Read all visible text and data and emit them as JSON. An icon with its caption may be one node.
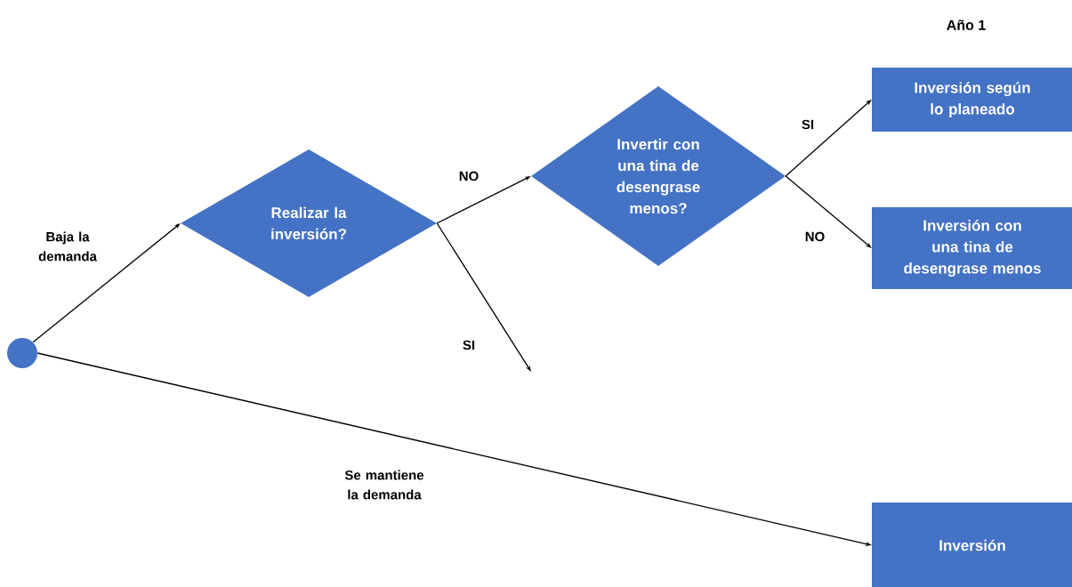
{
  "diagram": {
    "nodes": [
      {
        "text": [],
        "shape": "circle"
      },
      {
        "text": [
          "Realizar la inversión?"
        ]
      },
      {
        "text": [
          "Invertir con una tina de desengrase menos?"
        ]
      },
      {
        "text": [
          "Inversión según lo planeado"
        ]
      },
      {
        "text": [
          "Inversión con una tina de desengrase menos"
        ]
      },
      {
        "text": [
          "Inversión"
        ]
      }
    ],
    "edges": [
      {
        "from": 0,
        "to": 1,
        "arrow": "to",
        "label": "Baja la demanda"
      },
      {
        "from": 1,
        "to": 2,
        "arrow": "to",
        "label": "NO"
      },
      {
        "from": 1,
        "to": null,
        "arrow": "to",
        "label": "SI"
      },
      {
        "from": 2,
        "to": 3,
        "arrow": "to",
        "label": "SI"
      },
      {
        "from": 2,
        "to": 4,
        "arrow": "to",
        "label": "NO"
      },
      {
        "from": 0,
        "to": 5,
        "arrow": "to",
        "label": "Se mantiene la demanda"
      }
    ],
    "labels": [
      "Año 1"
    ]
  }
}
